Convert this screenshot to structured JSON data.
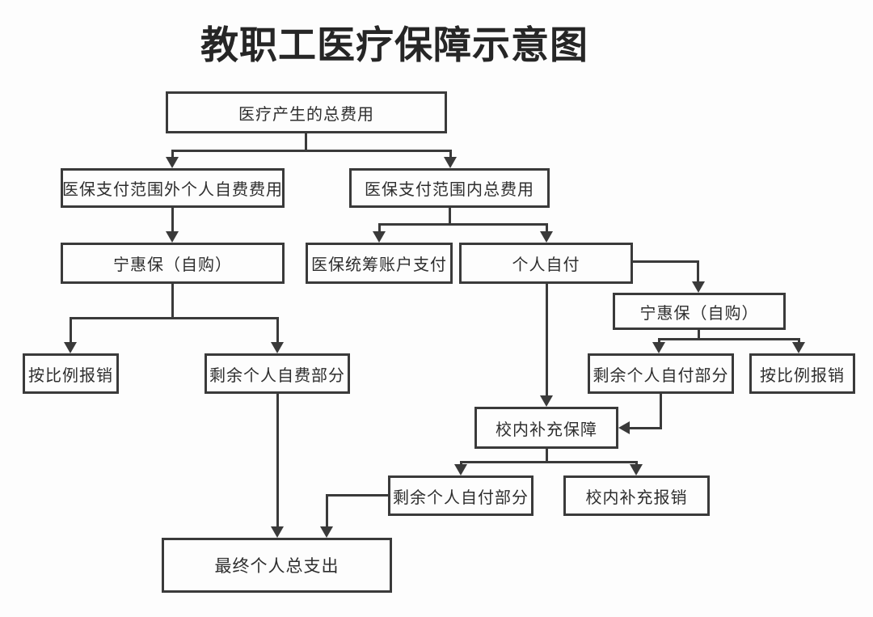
{
  "title": "教职工医疗保障示意图",
  "colors": {
    "background": "#fdfdfd",
    "line": "#3a3a3a",
    "box_border": "#3a3a3a",
    "text": "#2e2e2e",
    "title_text": "#262626"
  },
  "diagram_type": "flowchart",
  "nodes": {
    "total_cost": {
      "label": "医疗产生的总费用"
    },
    "outside_scope": {
      "label": "医保支付范围外个人自费费用"
    },
    "inside_scope": {
      "label": "医保支付范围内总费用"
    },
    "ninghuibao_left": {
      "label": "宁惠保（自购）"
    },
    "tongchou_pay": {
      "label": "医保统筹账户支付"
    },
    "personal_pay": {
      "label": "个人自付"
    },
    "ninghuibao_right": {
      "label": "宁惠保（自购）"
    },
    "ratio_reimburse_left": {
      "label": "按比例报销"
    },
    "remaining_self_fee": {
      "label": "剩余个人自费部分"
    },
    "remaining_self_pay_right": {
      "label": "剩余个人自付部分"
    },
    "ratio_reimburse_right": {
      "label": "按比例报销"
    },
    "campus_supplement": {
      "label": "校内补充保障"
    },
    "remaining_self_pay_bottom": {
      "label": "剩余个人自付部分"
    },
    "campus_reimburse": {
      "label": "校内补充报销"
    },
    "final_total": {
      "label": "最终个人总支出"
    }
  },
  "edges": [
    {
      "from": "total_cost",
      "to": "outside_scope"
    },
    {
      "from": "total_cost",
      "to": "inside_scope"
    },
    {
      "from": "outside_scope",
      "to": "ninghuibao_left"
    },
    {
      "from": "inside_scope",
      "to": "tongchou_pay"
    },
    {
      "from": "inside_scope",
      "to": "personal_pay"
    },
    {
      "from": "ninghuibao_left",
      "to": "ratio_reimburse_left"
    },
    {
      "from": "ninghuibao_left",
      "to": "remaining_self_fee"
    },
    {
      "from": "personal_pay",
      "to": "ninghuibao_right"
    },
    {
      "from": "personal_pay",
      "to": "campus_supplement"
    },
    {
      "from": "ninghuibao_right",
      "to": "remaining_self_pay_right"
    },
    {
      "from": "ninghuibao_right",
      "to": "ratio_reimburse_right"
    },
    {
      "from": "remaining_self_pay_right",
      "to": "campus_supplement"
    },
    {
      "from": "campus_supplement",
      "to": "remaining_self_pay_bottom"
    },
    {
      "from": "campus_supplement",
      "to": "campus_reimburse"
    },
    {
      "from": "remaining_self_fee",
      "to": "final_total"
    },
    {
      "from": "remaining_self_pay_bottom",
      "to": "final_total"
    }
  ]
}
